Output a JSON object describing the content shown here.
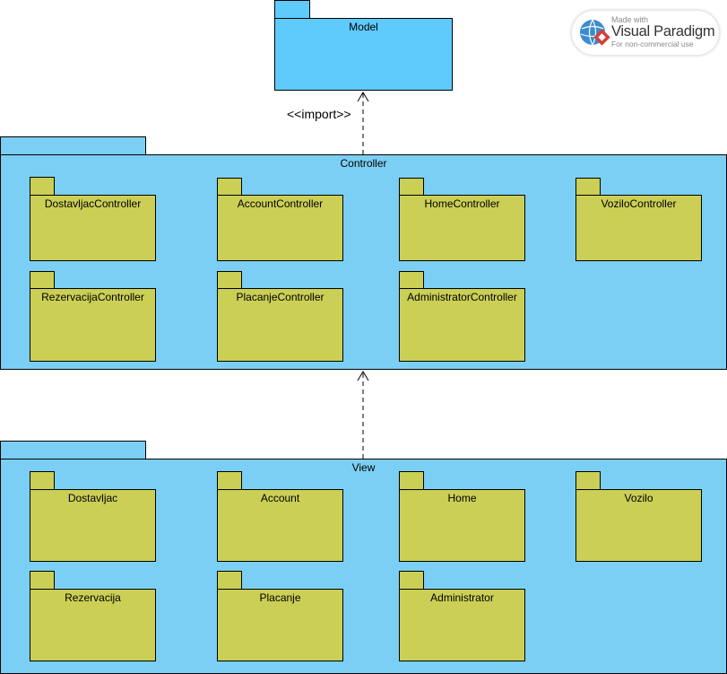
{
  "diagram": {
    "model": {
      "name": "Model"
    },
    "controller": {
      "name": "Controller",
      "packages": [
        "DostavljacController",
        "AccountController",
        "HomeController",
        "VoziloController",
        "RezervacijaController",
        "PlacanjeController",
        "AdministratorController"
      ]
    },
    "view": {
      "name": "View",
      "packages": [
        "Dostavljac",
        "Account",
        "Home",
        "Vozilo",
        "Rezervacija",
        "Placanje",
        "Administrator"
      ]
    },
    "relations": [
      {
        "from": "Controller",
        "to": "Model",
        "type": "dependency",
        "label": "<<import>>"
      },
      {
        "from": "View",
        "to": "Controller",
        "type": "dependency",
        "label": ""
      }
    ]
  },
  "watermark": {
    "line1": "Made with",
    "line2": "Visual Paradigm",
    "line3": "For non-commercial use"
  },
  "colors": {
    "model": "#5ecbfc",
    "outer_package": "#7ccff4",
    "inner_package": "#cbcf55",
    "brand_red": "#d43f3a",
    "brand_blue": "#3b8ccf"
  }
}
